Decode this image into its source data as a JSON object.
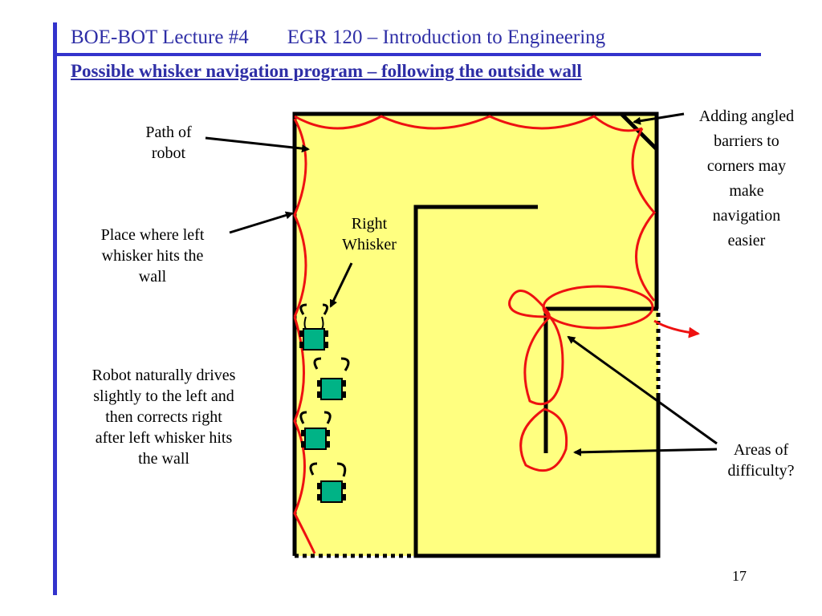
{
  "header": {
    "lecture": "BOE-BOT Lecture #4",
    "course": "EGR 120 – Introduction to Engineering"
  },
  "subtitle": "Possible whisker navigation program – following the outside wall",
  "labels": {
    "path_of_robot": [
      "Path of",
      "robot"
    ],
    "left_whisker": [
      "Place where left",
      "whisker hits the",
      "wall"
    ],
    "right_whisker": [
      "Right",
      "Whisker"
    ],
    "robot_drives": [
      "Robot naturally drives",
      "slightly to the left and",
      "then corrects right",
      "after left whisker hits",
      "the wall"
    ],
    "angled_barriers": [
      "Adding angled",
      "barriers to",
      "corners may",
      "make",
      "navigation",
      "easier"
    ],
    "areas_difficulty": [
      "Areas of",
      "difficulty?"
    ]
  },
  "page_number": "17",
  "colors": {
    "accent": "#3333cc",
    "title_text": "#2e2ea6",
    "maze_fill": "#ffff80",
    "path": "#ee1111",
    "robot_body": "#00b386",
    "wall": "#000000"
  }
}
